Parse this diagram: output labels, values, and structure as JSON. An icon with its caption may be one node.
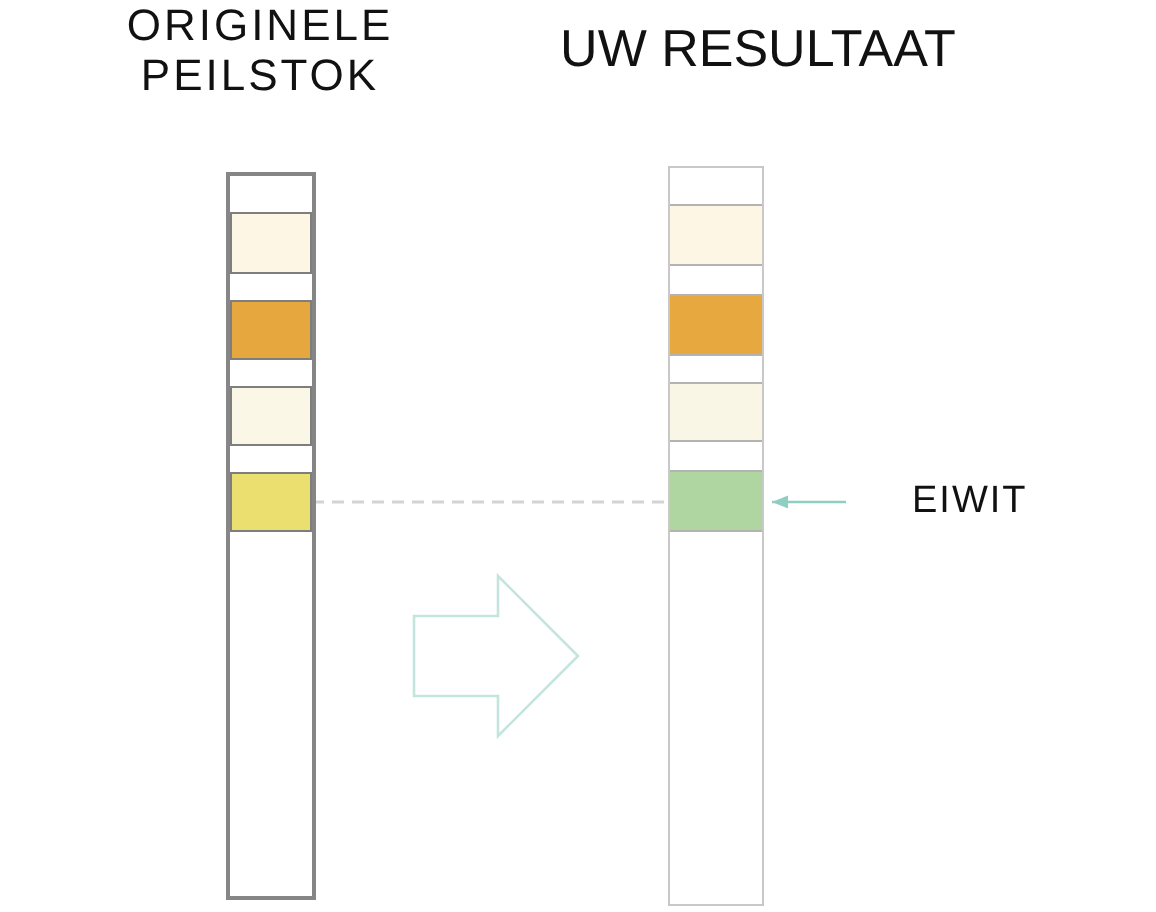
{
  "diagram": {
    "nodes": [
      {
        "text": [
          "ORIGINELE PEILSTOK"
        ]
      },
      {
        "text": [],
        "shape": "box",
        "in": 0
      },
      {
        "text": [],
        "shape": "box",
        "in": 0
      },
      {
        "text": [],
        "shape": "box",
        "in": 0
      },
      {
        "text": [],
        "shape": "box",
        "in": 0
      },
      {
        "text": [
          "UW RESULTAAT"
        ]
      },
      {
        "text": [],
        "shape": "box",
        "in": 5
      },
      {
        "text": [],
        "shape": "box",
        "in": 5
      },
      {
        "text": [],
        "shape": "box",
        "in": 5
      },
      {
        "text": [],
        "shape": "box",
        "in": 5
      },
      {
        "text": [
          "EIWIT"
        ]
      }
    ],
    "edges": [
      {
        "from": 0,
        "to": 5,
        "arrow": "to",
        "style": "thick",
        "color": "#c3e5de"
      },
      {
        "from": 4,
        "to": 9,
        "arrow": "none",
        "style": "dashed",
        "color": "#d4d4d4"
      },
      {
        "from": 10,
        "to": 9,
        "arrow": "to",
        "color": "#8fcfc2"
      }
    ]
  }
}
